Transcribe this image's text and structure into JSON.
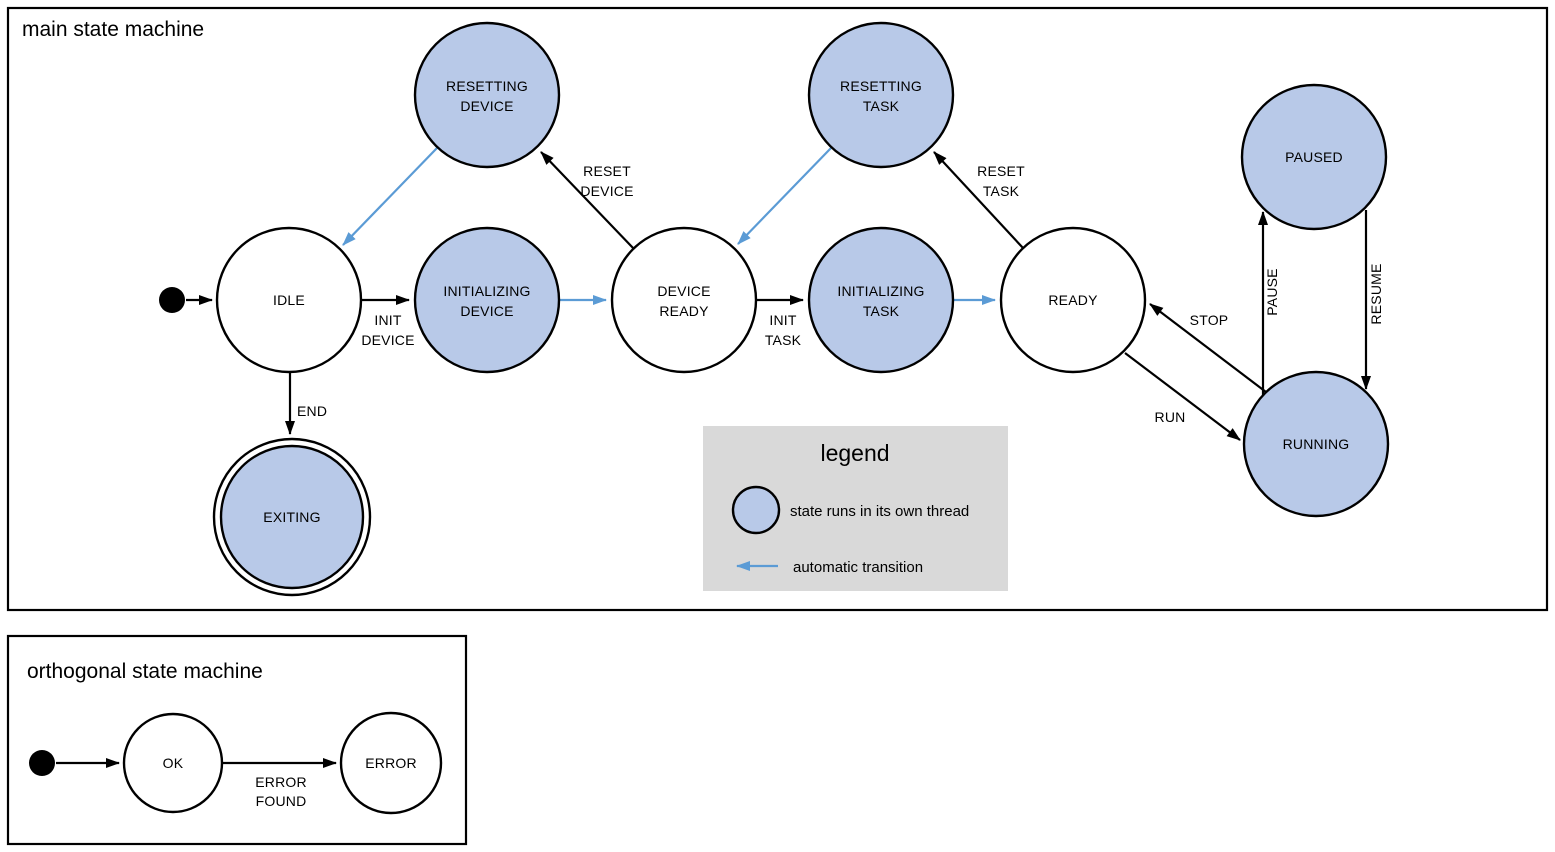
{
  "colors": {
    "thread_state_fill": "#b8c9e8",
    "state_stroke": "#000000",
    "automatic_transition_blue": "#5b9bd5",
    "legend_background": "#d9d9d9",
    "canvas_background": "#ffffff",
    "ink": "#000000"
  },
  "main": {
    "title": "main state machine",
    "states": {
      "idle": {
        "label": "IDLE"
      },
      "resetting_device": {
        "line1": "RESETTING",
        "line2": "DEVICE"
      },
      "initializing_device": {
        "line1": "INITIALIZING",
        "line2": "DEVICE"
      },
      "device_ready": {
        "line1": "DEVICE",
        "line2": "READY"
      },
      "resetting_task": {
        "line1": "RESETTING",
        "line2": "TASK"
      },
      "initializing_task": {
        "line1": "INITIALIZING",
        "line2": "TASK"
      },
      "ready": {
        "label": "READY"
      },
      "paused": {
        "label": "PAUSED"
      },
      "running": {
        "label": "RUNNING"
      },
      "exiting": {
        "label": "EXITING"
      }
    },
    "transitions": {
      "init_device": {
        "line1": "INIT",
        "line2": "DEVICE"
      },
      "init_task": {
        "line1": "INIT",
        "line2": "TASK"
      },
      "reset_device": {
        "line1": "RESET",
        "line2": "DEVICE"
      },
      "reset_task": {
        "line1": "RESET",
        "line2": "TASK"
      },
      "end": {
        "label": "END"
      },
      "stop": {
        "label": "STOP"
      },
      "run": {
        "label": "RUN"
      },
      "pause": {
        "label": "PAUSE"
      },
      "resume": {
        "label": "RESUME"
      }
    },
    "legend": {
      "title": "legend",
      "thread_item": "state runs in its own thread",
      "auto_item": "automatic transition"
    }
  },
  "orthogonal": {
    "title": "orthogonal state machine",
    "states": {
      "ok": {
        "label": "OK"
      },
      "error": {
        "label": "ERROR"
      }
    },
    "transitions": {
      "error_found": {
        "line1": "ERROR",
        "line2": "FOUND"
      }
    }
  }
}
